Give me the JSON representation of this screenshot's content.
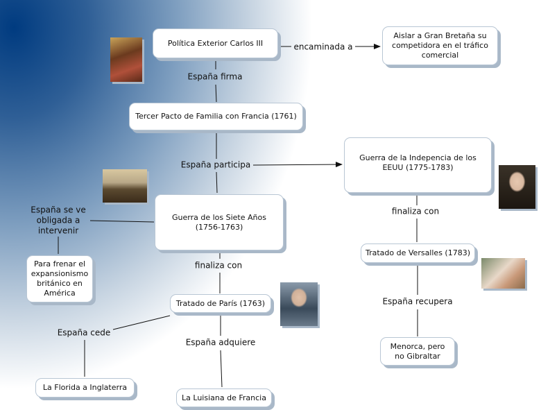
{
  "nodes": {
    "politica": "Política Exterior Carlos III",
    "aislar": "Aislar a Gran Bretaña su competidora en el tráfico comercial",
    "pacto": "Tercer Pacto de Familia con Francia (1761)",
    "eeuu": "Guerra de la Indepencia de los EEUU (1775-1783)",
    "siete": "Guerra de los Siete Años (1756-1763)",
    "frenar": "Para frenar el expansionismo británico en América",
    "paris": "Tratado de París (1763)",
    "florida": "La Florida a Inglaterra",
    "luisiana": "La Luisiana de Francia",
    "versalles": "Tratado de Versalles (1783)",
    "menorca": "Menorca, pero no Gibraltar"
  },
  "links": {
    "encaminada": "encaminada a",
    "firma": "España firma",
    "participa": "España participa",
    "obligada": "España se ve obligada a intervenir",
    "finaliza1": "finaliza con",
    "cede": "España cede",
    "adquiere": "España adquiere",
    "finaliza2": "finaliza con",
    "recupera": "España recupera"
  },
  "colors": {
    "line": "#111111",
    "node_shadow": "#a9b8c8",
    "bg_dark": "#003b80"
  }
}
